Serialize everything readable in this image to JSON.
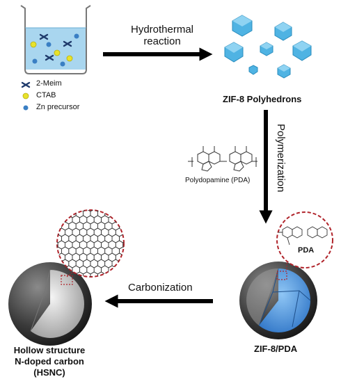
{
  "steps": {
    "hydrothermal_line1": "Hydrothermal",
    "hydrothermal_line2": "reaction",
    "polymerization": "Polymerization",
    "carbonization": "Carbonization"
  },
  "legend": [
    {
      "label": "2-Meim",
      "icon": "x-cross-icon",
      "color": "#1f3a6b"
    },
    {
      "label": "CTAB",
      "icon": "yellow-dot-icon",
      "color": "#e8e22a"
    },
    {
      "label": "Zn precursor",
      "icon": "blue-dot-icon",
      "color": "#3a7fc4"
    }
  ],
  "products": {
    "zif8": "ZIF-8 Polyhedrons",
    "pda_name": "Polydopamine (PDA)",
    "pda_tag": "PDA",
    "zif8_pda": "ZIF-8/PDA",
    "hsnc_line1": "Hollow structure",
    "hsnc_line2": "N-doped carbon",
    "hsnc_line3": "(HSNC)"
  },
  "colors": {
    "liquid": "#a9d6ef",
    "crystal": "#4fb3e3",
    "core": "#5aa5e8",
    "shell": "#2b2b2b",
    "zoom_ring": "#b0232a"
  }
}
